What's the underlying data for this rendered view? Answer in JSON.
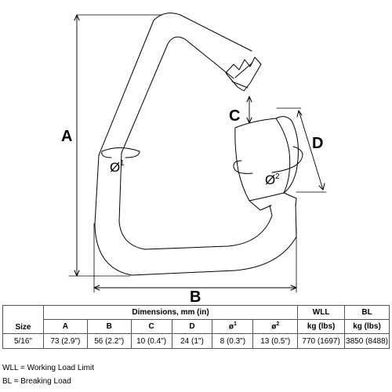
{
  "diagram": {
    "labels": {
      "a": "A",
      "b": "B",
      "c": "C",
      "d": "D"
    },
    "phi1": {
      "symbol": "Ø",
      "sup": "1"
    },
    "phi2": {
      "symbol": "Ø",
      "sup": "2"
    }
  },
  "table": {
    "group_header": "Dimensions, mm (in)",
    "size_header": "Size",
    "wll_header": {
      "line1": "WLL",
      "line2": "kg (lbs)"
    },
    "bl_header": {
      "line1": "BL",
      "line2": "kg (lbs)"
    },
    "columns": [
      "A",
      "B",
      "C",
      "D"
    ],
    "phi_columns": [
      {
        "symbol": "ø",
        "sup": "1"
      },
      {
        "symbol": "ø",
        "sup": "2"
      }
    ],
    "row": {
      "size": "5/16\"",
      "a": "73 (2.9\")",
      "b": "56 (2.2\")",
      "c": "10 (0.4\")",
      "d": "24 (1\")",
      "phi1": "8 (0.3\")",
      "phi2": "13 (0.5\")",
      "wll": "770 (1697)",
      "bl": "3850 (8488)"
    }
  },
  "legend": {
    "wll": "WLL = Working Load Limit",
    "bl": "BL = Breaking Load"
  }
}
